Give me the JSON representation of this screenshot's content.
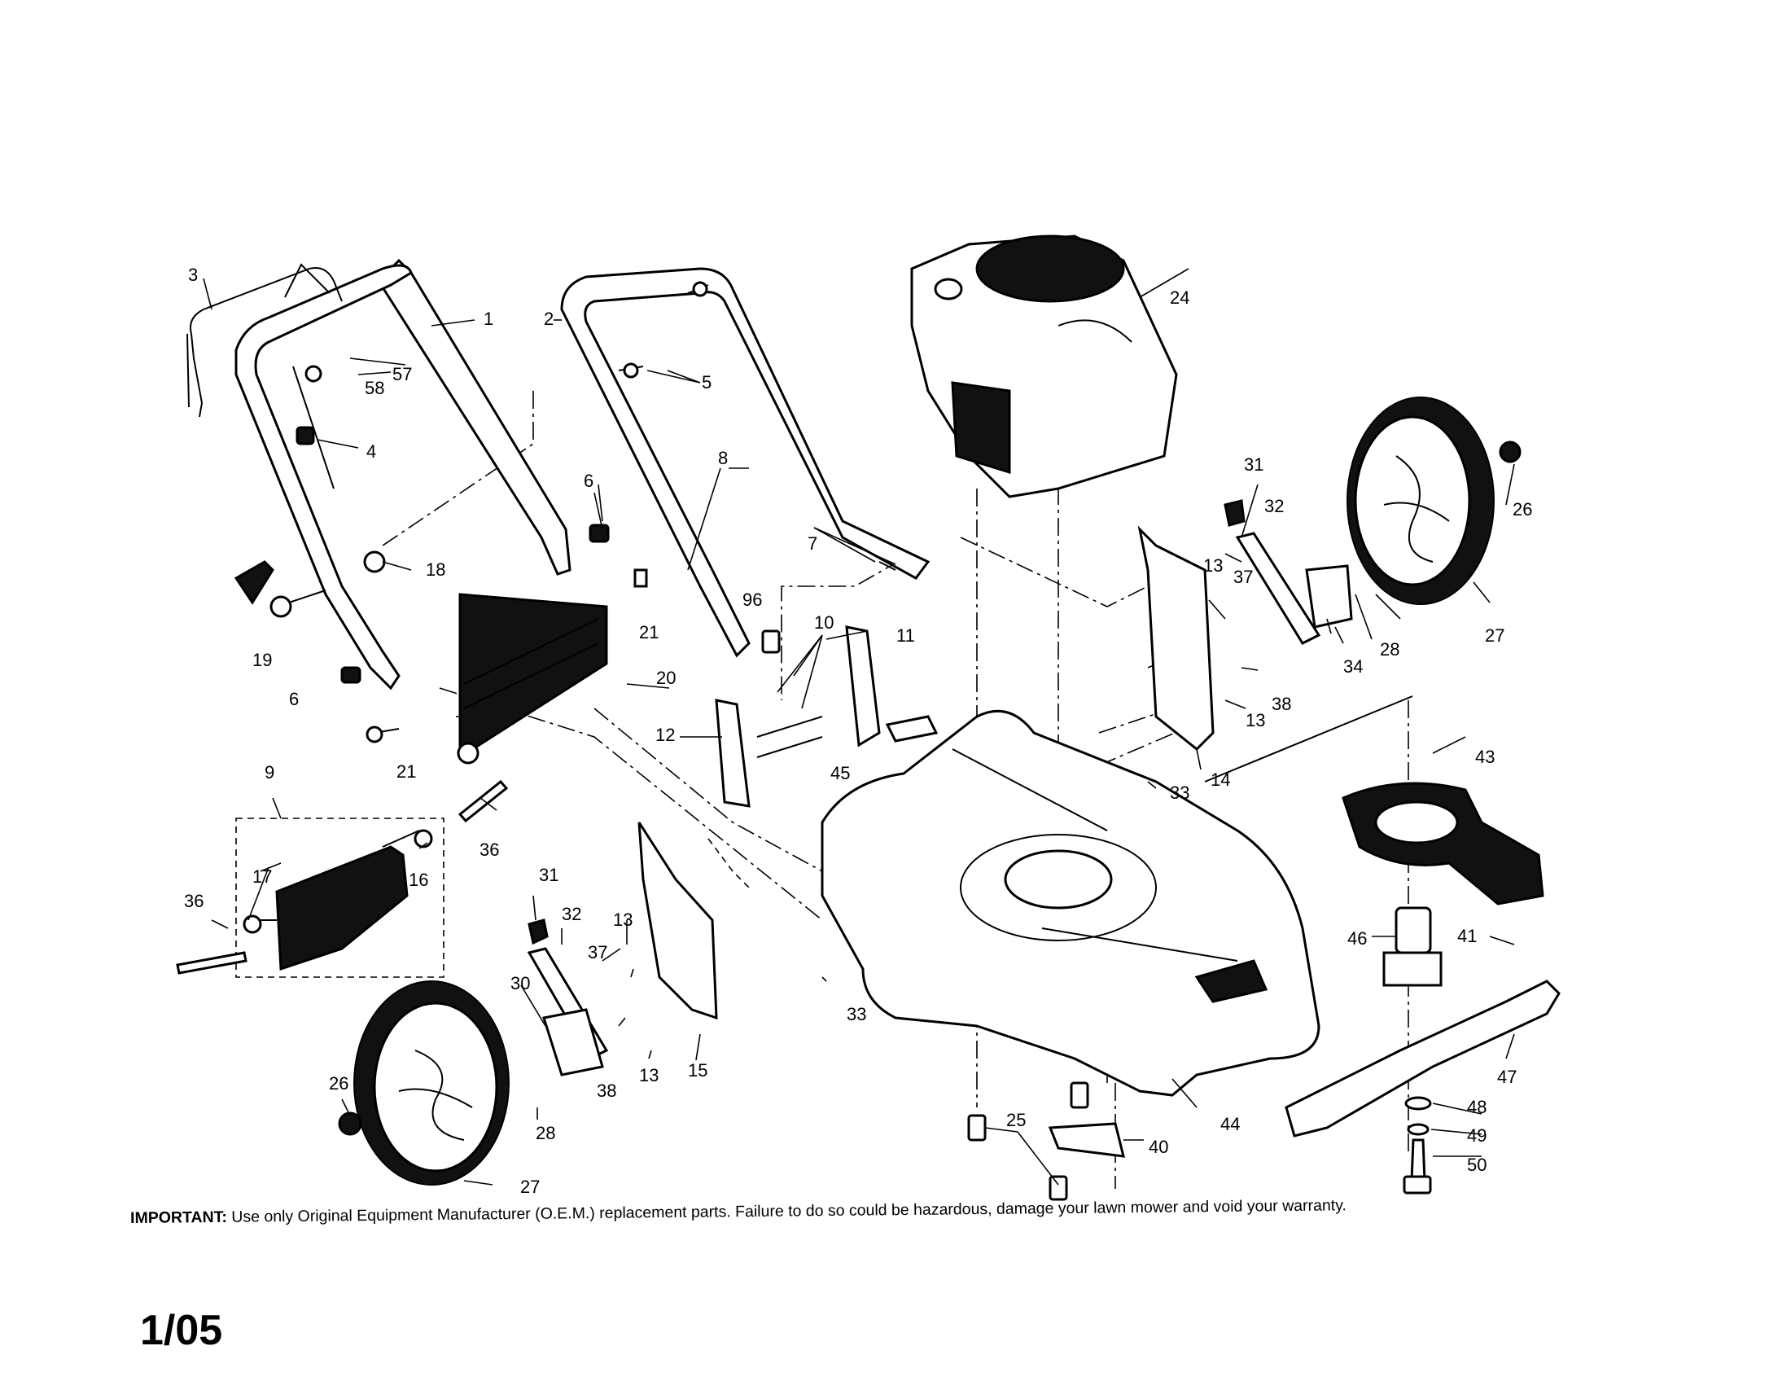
{
  "notice": {
    "prefix": "IMPORTANT:",
    "text": "Use only Original Equipment Manufacturer (O.E.M.) replacement parts.  Failure to do so could be hazardous, damage your lawn mower and void your warranty."
  },
  "date_code": "1/05",
  "callouts": [
    {
      "id": "c1",
      "text": "1"
    },
    {
      "id": "c2",
      "text": "2"
    },
    {
      "id": "c3",
      "text": "3"
    },
    {
      "id": "c4",
      "text": "4"
    },
    {
      "id": "c5",
      "text": "5"
    },
    {
      "id": "c6a",
      "text": "6"
    },
    {
      "id": "c6b",
      "text": "6"
    },
    {
      "id": "c7",
      "text": "7"
    },
    {
      "id": "c8",
      "text": "8"
    },
    {
      "id": "c9",
      "text": "9"
    },
    {
      "id": "c10",
      "text": "10"
    },
    {
      "id": "c11",
      "text": "11"
    },
    {
      "id": "c12",
      "text": "12"
    },
    {
      "id": "c13a",
      "text": "13"
    },
    {
      "id": "c13b",
      "text": "13"
    },
    {
      "id": "c13c",
      "text": "13"
    },
    {
      "id": "c13d",
      "text": "13"
    },
    {
      "id": "c14",
      "text": "14"
    },
    {
      "id": "c15",
      "text": "15"
    },
    {
      "id": "c16",
      "text": "16"
    },
    {
      "id": "c17",
      "text": "17"
    },
    {
      "id": "c18",
      "text": "18"
    },
    {
      "id": "c19",
      "text": "19"
    },
    {
      "id": "c20",
      "text": "20"
    },
    {
      "id": "c21a",
      "text": "21"
    },
    {
      "id": "c21b",
      "text": "21"
    },
    {
      "id": "c24",
      "text": "24"
    },
    {
      "id": "c25",
      "text": "25"
    },
    {
      "id": "c26a",
      "text": "26"
    },
    {
      "id": "c26b",
      "text": "26"
    },
    {
      "id": "c27a",
      "text": "27"
    },
    {
      "id": "c27b",
      "text": "27"
    },
    {
      "id": "c28a",
      "text": "28"
    },
    {
      "id": "c28b",
      "text": "28"
    },
    {
      "id": "c30",
      "text": "30"
    },
    {
      "id": "c31a",
      "text": "31"
    },
    {
      "id": "c31b",
      "text": "31"
    },
    {
      "id": "c32a",
      "text": "32"
    },
    {
      "id": "c32b",
      "text": "32"
    },
    {
      "id": "c33a",
      "text": "33"
    },
    {
      "id": "c33b",
      "text": "33"
    },
    {
      "id": "c34",
      "text": "34"
    },
    {
      "id": "c36a",
      "text": "36"
    },
    {
      "id": "c36b",
      "text": "36"
    },
    {
      "id": "c37a",
      "text": "37"
    },
    {
      "id": "c37b",
      "text": "37"
    },
    {
      "id": "c38a",
      "text": "38"
    },
    {
      "id": "c38b",
      "text": "38"
    },
    {
      "id": "c40",
      "text": "40"
    },
    {
      "id": "c41",
      "text": "41"
    },
    {
      "id": "c43",
      "text": "43"
    },
    {
      "id": "c44",
      "text": "44"
    },
    {
      "id": "c45",
      "text": "45"
    },
    {
      "id": "c46",
      "text": "46"
    },
    {
      "id": "c47",
      "text": "47"
    },
    {
      "id": "c48",
      "text": "48"
    },
    {
      "id": "c49",
      "text": "49"
    },
    {
      "id": "c50",
      "text": "50"
    },
    {
      "id": "c57",
      "text": "57"
    },
    {
      "id": "c58",
      "text": "58"
    },
    {
      "id": "c96",
      "text": "96"
    }
  ]
}
